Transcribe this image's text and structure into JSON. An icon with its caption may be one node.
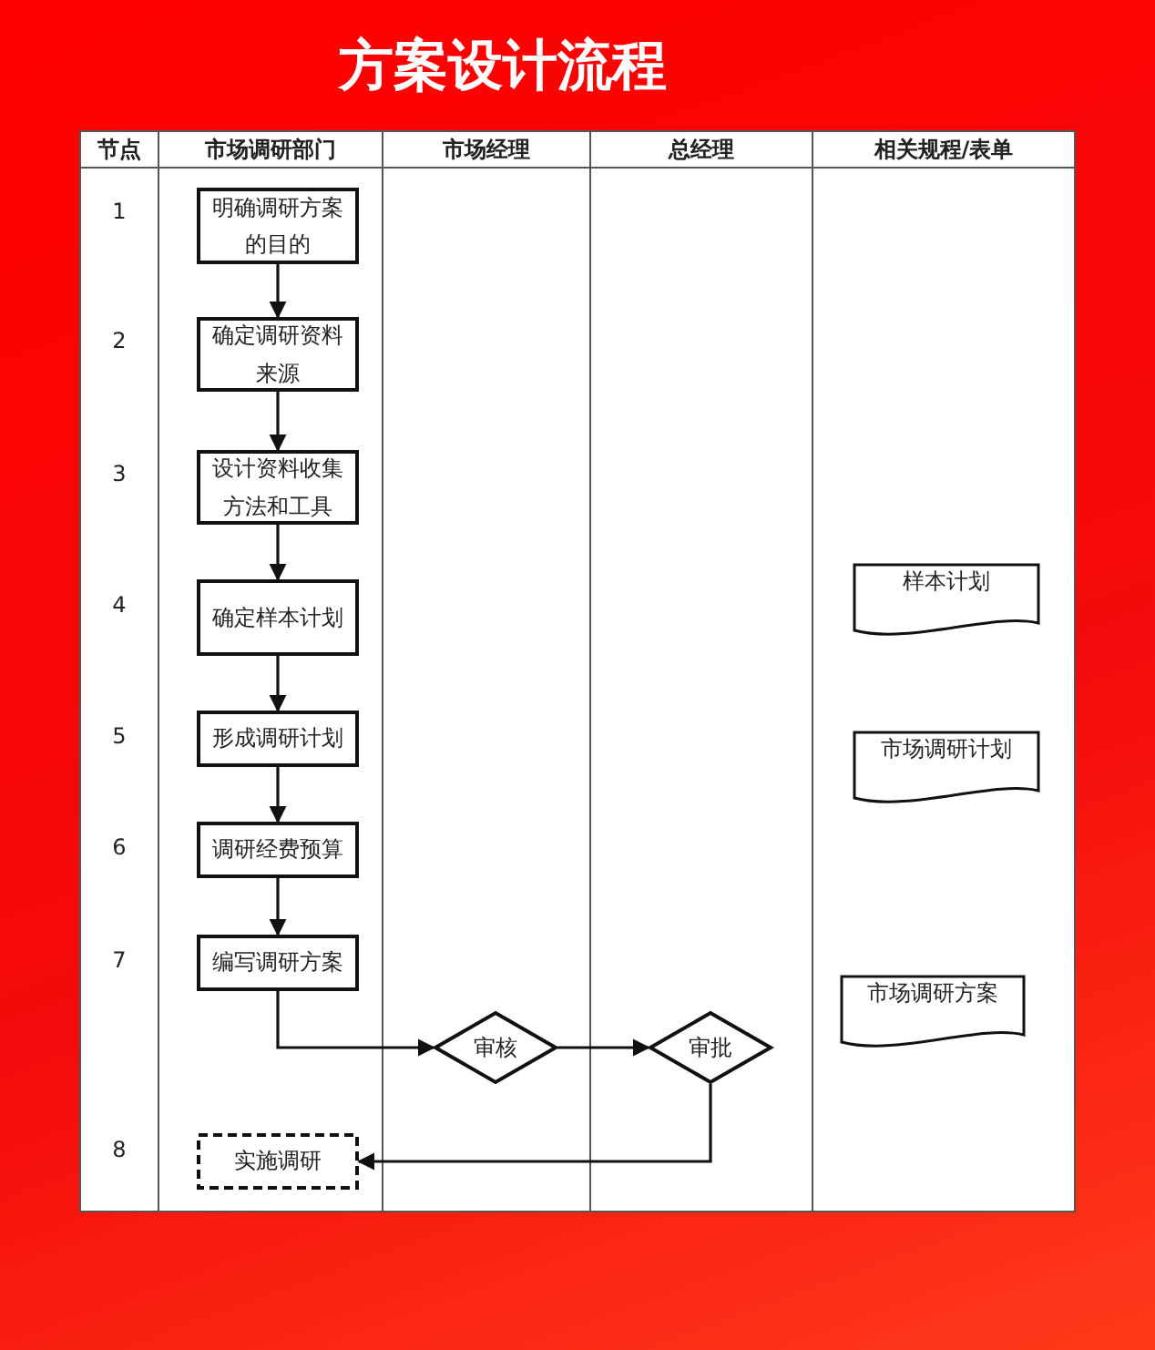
{
  "diagram": {
    "title": "方案设计流程",
    "nodes": [
      {
        "text": [
          "明确调研方案的目的"
        ]
      },
      {
        "text": [
          "确定调研资料来源"
        ]
      },
      {
        "text": [
          "设计资料收集方法和工具"
        ]
      },
      {
        "text": [
          "确定样本计划"
        ]
      },
      {
        "text": [
          "样本计划"
        ]
      },
      {
        "text": [
          "形成调研计划"
        ]
      },
      {
        "text": [
          "市场调研计划"
        ]
      },
      {
        "text": [
          "调研经费预算"
        ]
      },
      {
        "text": [
          "编写调研方案"
        ]
      },
      {
        "text": [
          "市场调研方案"
        ]
      },
      {
        "text": [
          "审核"
        ]
      },
      {
        "text": [
          "审批"
        ]
      },
      {
        "text": [
          "实施调研"
        ]
      }
    ],
    "edges": [
      {
        "from": 0,
        "to": 1,
        "arrow": "to"
      },
      {
        "from": 1,
        "to": 2,
        "arrow": "to"
      },
      {
        "from": 2,
        "to": 3,
        "arrow": "to"
      },
      {
        "from": 3,
        "to": 5,
        "arrow": "to"
      },
      {
        "from": 5,
        "to": 7,
        "arrow": "to"
      },
      {
        "from": 7,
        "to": 8,
        "arrow": "to"
      },
      {
        "from": 8,
        "to": 10,
        "arrow": "to"
      },
      {
        "from": 10,
        "to": 11,
        "arrow": "to"
      },
      {
        "from": 11,
        "to": 12,
        "arrow": "to"
      }
    ],
    "labels": [
      "节点",
      "市场调研部门",
      "市场经理",
      "总经理",
      "相关规程/表单",
      "1",
      "2",
      "3",
      "4",
      "5",
      "6",
      "7",
      "8"
    ]
  }
}
